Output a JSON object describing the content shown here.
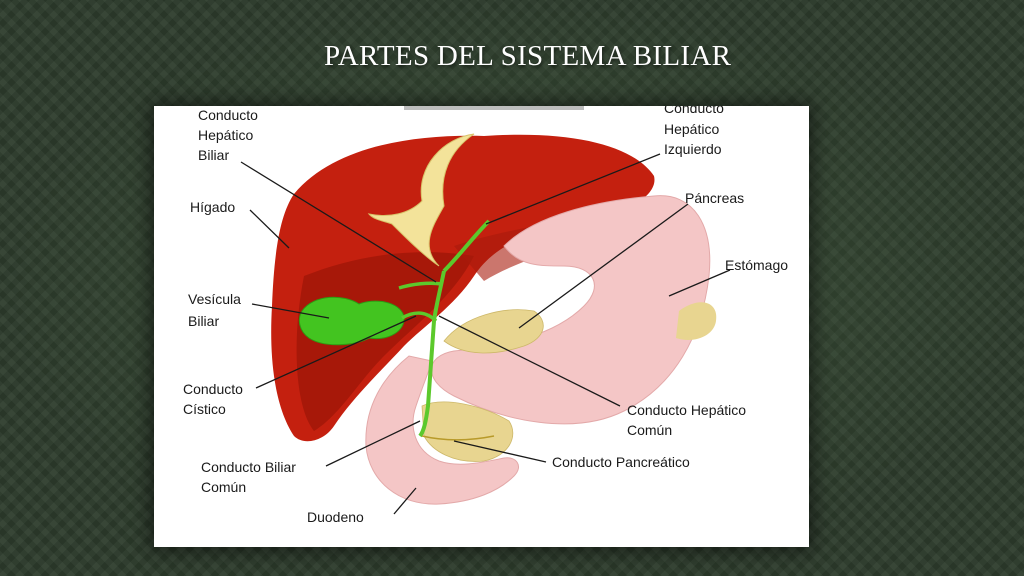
{
  "slide": {
    "title": "PARTES DEL SISTEMA BILIAR"
  },
  "diagram": {
    "labels": {
      "conducto_hepatico_biliar": [
        "Conducto",
        "Hepático",
        "Biliar"
      ],
      "conducto_hepatico_izquierdo": [
        "Conducto",
        "Hepático",
        "Izquierdo"
      ],
      "higado": "Hígado",
      "pancreas": "Páncreas",
      "estomago": "Estómago",
      "vesicula_biliar": [
        "Vesícula",
        "Biliar"
      ],
      "conducto_cistico": [
        "Conducto",
        "Cístico"
      ],
      "conducto_hepatico_comun": [
        "Conducto Hepático",
        "Común"
      ],
      "conducto_biliar_comun": [
        "Conducto Biliar",
        "Común"
      ],
      "conducto_pancreatico": "Conducto Pancreático",
      "duodeno": "Duodeno"
    },
    "colors": {
      "liver": "#c4200f",
      "liver_dark": "#9e1608",
      "gallbladder": "#43c420",
      "duct": "#5cc92c",
      "stomach": "#f4c6c6",
      "pancreas": "#e8d590",
      "ligament": "#f3e39a"
    }
  }
}
